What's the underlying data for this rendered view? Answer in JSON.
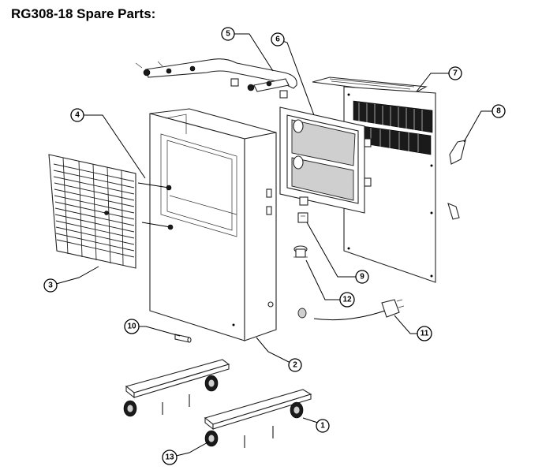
{
  "title": "RG308-18 Spare Parts:",
  "callouts": [
    "1",
    "2",
    "3",
    "4",
    "5",
    "6",
    "7",
    "8",
    "9",
    "10",
    "11",
    "12",
    "13"
  ]
}
